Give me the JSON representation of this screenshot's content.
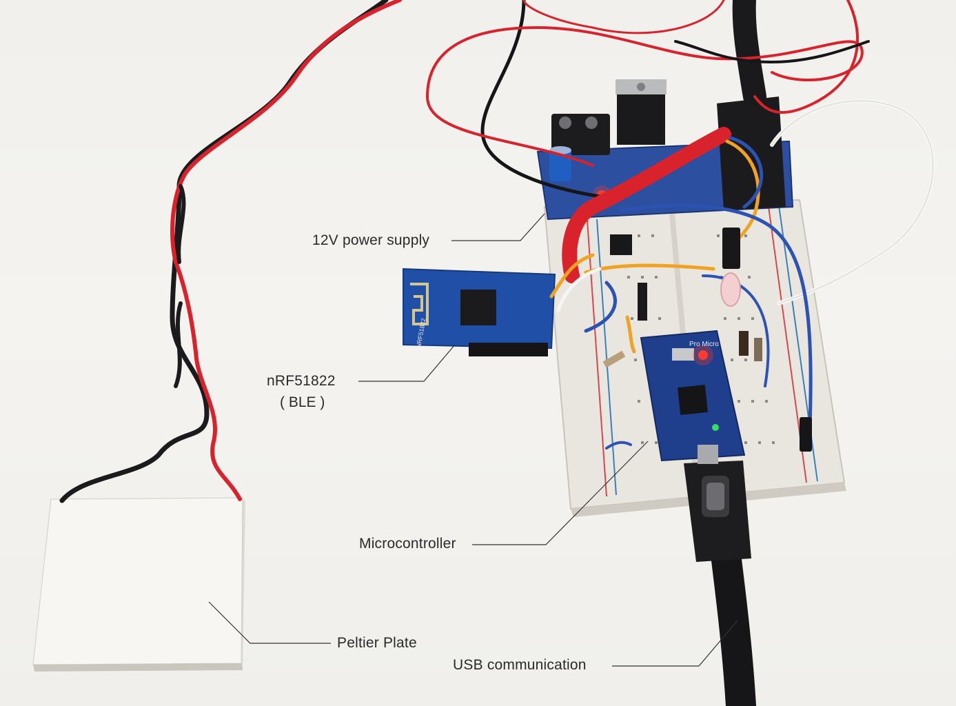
{
  "annotations": {
    "power_supply": "12V power supply",
    "ble_module": "nRF51822",
    "ble_module_sub": "( BLE )",
    "microcontroller": "Microcontroller",
    "peltier": "Peltier Plate",
    "usb": "USB communication"
  },
  "board_text": {
    "ble_chip_marking": "NRF51822",
    "pro_micro_marking": "Pro Micro"
  }
}
